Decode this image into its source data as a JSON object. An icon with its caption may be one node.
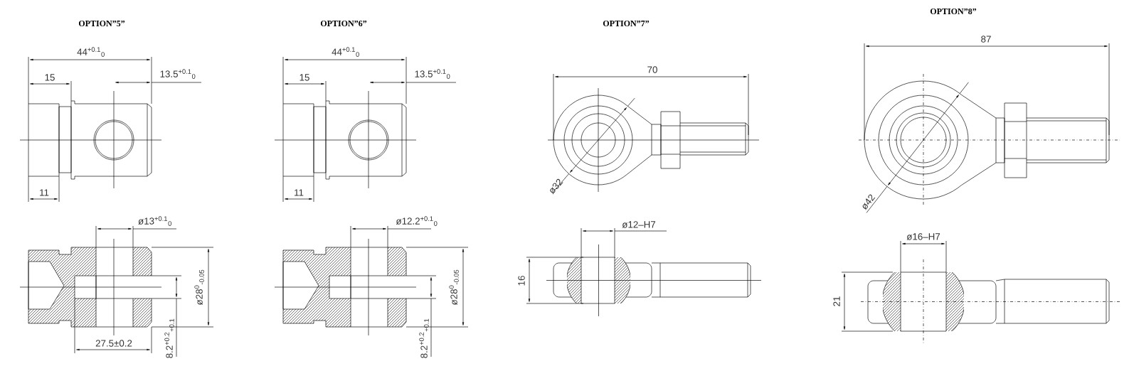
{
  "diagram": {
    "labels": [
      "OPTION”5”",
      "OPTION”6”",
      "OPTION”7”",
      "OPTION”8”",
      "44$^{+0.1}$$_{0}$",
      "15",
      "13.5$^{+0.1}$$_{0}$",
      "11",
      "ø13$^{+0.1}$$_{0}$",
      "ø28$^{0}$$_{-0.05}$",
      "27.5±0.2",
      "8.2$^{+0.2}$$_{+0.1}$",
      "44$^{+0.1}$$_{0}$",
      "15",
      "13.5$^{+0.1}$$_{0}$",
      "11",
      "ø12.2$^{+0.1}$$_{0}$",
      "ø28$^{0}$$_{-0.05}$",
      "8.2$^{+0.2}$$_{+0.1}$",
      "70",
      "ø32",
      "ø12–H7",
      "16",
      "87",
      "ø42",
      "ø16–H7",
      "21"
    ]
  }
}
